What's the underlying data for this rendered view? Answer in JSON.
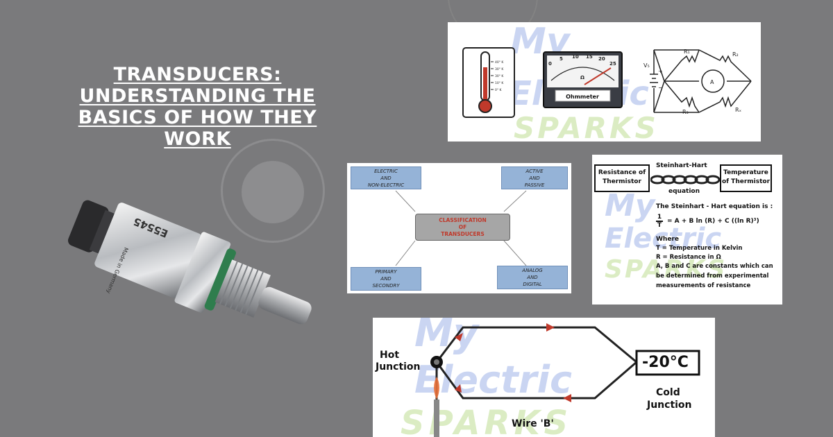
{
  "title": "TRANSDUCERS: UNDERSTANDING THE BASICS OF HOW THEY WORK",
  "colors": {
    "background": "#7a7a7c",
    "classification_box": "#95b3d7",
    "classification_center_text": "#c0392b",
    "watermark_blue": "#b9c8ee",
    "watermark_green": "#cfe6b0"
  },
  "sensor_photo": {
    "engraving_number": "E5545",
    "engraving_side": "Made in Germany"
  },
  "watermark": {
    "line1": "My",
    "line2": "Electric",
    "line3": "SPARKS"
  },
  "panel_top": {
    "thermometer_scale": [
      "40° K",
      "30° K",
      "30° K",
      "10° K",
      "0° K"
    ],
    "meter_scale": [
      "0",
      "5",
      "10",
      "15",
      "20",
      "25"
    ],
    "meter_unit": "Ω",
    "meter_label": "Ohmmeter",
    "bridge_labels": {
      "r1": "R₁",
      "r2": "R₂",
      "r3": "R₃",
      "rx": "Rₓ",
      "vs": "V₅",
      "ammeter": "A",
      "plus": "+",
      "minus": "−"
    }
  },
  "panel_classification": {
    "center": "CLASSIFICATION\nOF\nTRANSDUCERS",
    "boxes": {
      "top_left": "ELECTRIC\nAND\nNON-ELECTRIC",
      "top_right": "ACTIVE\nAND\nPASSIVE",
      "bottom_left": "PRIMARY\nAND\nSECONDRY",
      "bottom_right": "ANALOG\nAND\nDIGITAL"
    }
  },
  "panel_steinhart": {
    "left_box": "Resistance of Thermistor",
    "right_box": "Temperature of Thermistor",
    "chain_label_top": "Steinhart-Hart",
    "chain_label_bottom": "equation",
    "intro": "The Steinhart - Hart equation is :",
    "frac_num": "1",
    "frac_den": "T",
    "equation": "= A + B ln (R) + C ((ln R)³)",
    "where": "Where",
    "def_t": "T = Temperature in Kelvin",
    "def_r": "R = Resistance in Ω",
    "def_abc1": "A, B and C are constants which can",
    "def_abc2": "be determined from experimental",
    "def_abc3": "measurements of resistance"
  },
  "panel_thermocouple": {
    "hot_junction_1": "Hot",
    "hot_junction_2": "Junction",
    "reading": "-20°C",
    "cold_junction_1": "Cold",
    "cold_junction_2": "Junction",
    "wire_label": "Wire 'B'"
  }
}
